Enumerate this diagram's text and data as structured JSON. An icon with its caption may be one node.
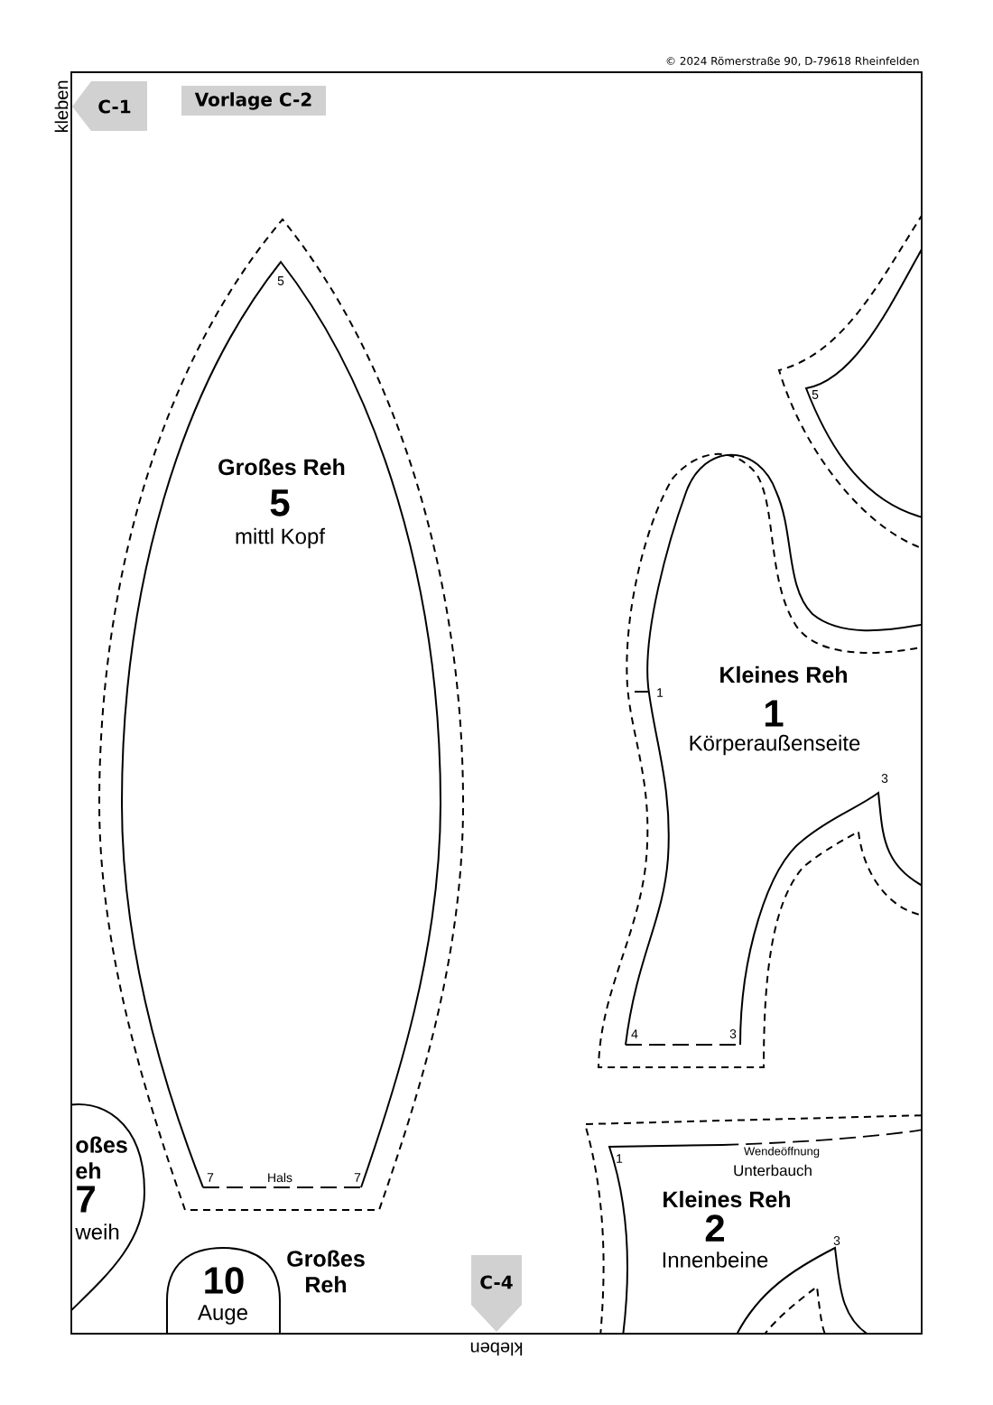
{
  "diagram": {
    "nodes": [
      {
        "text": [
          "C-1"
        ],
        "beside": [
          "kleben"
        ]
      },
      {
        "text": [
          "Vorlage C-2"
        ]
      },
      {
        "text": [
          "5",
          "Großes Reh",
          "5",
          "mittl Kopf",
          "7",
          "Hals",
          "7"
        ]
      },
      {
        "text": [
          "5"
        ]
      },
      {
        "text": [
          "1",
          "Kleines Reh",
          "1",
          "Körperaußenseite",
          "3",
          "4",
          "3"
        ]
      },
      {
        "text": [
          "1",
          "Wendeöffnung",
          "Unterbauch",
          "Kleines Reh",
          "2",
          "3",
          "Innenbeine"
        ]
      },
      {
        "text": [
          "oßes eh",
          "7",
          "weih"
        ]
      },
      {
        "text": [
          "10",
          "Auge"
        ],
        "beside": [
          "Großes Reh"
        ]
      },
      {
        "text": [
          "C-4"
        ],
        "beside": [
          "kleben"
        ]
      }
    ],
    "labels": [
      "© 2024 Römerstraße 90, D-79618 Rheinfelden"
    ]
  }
}
